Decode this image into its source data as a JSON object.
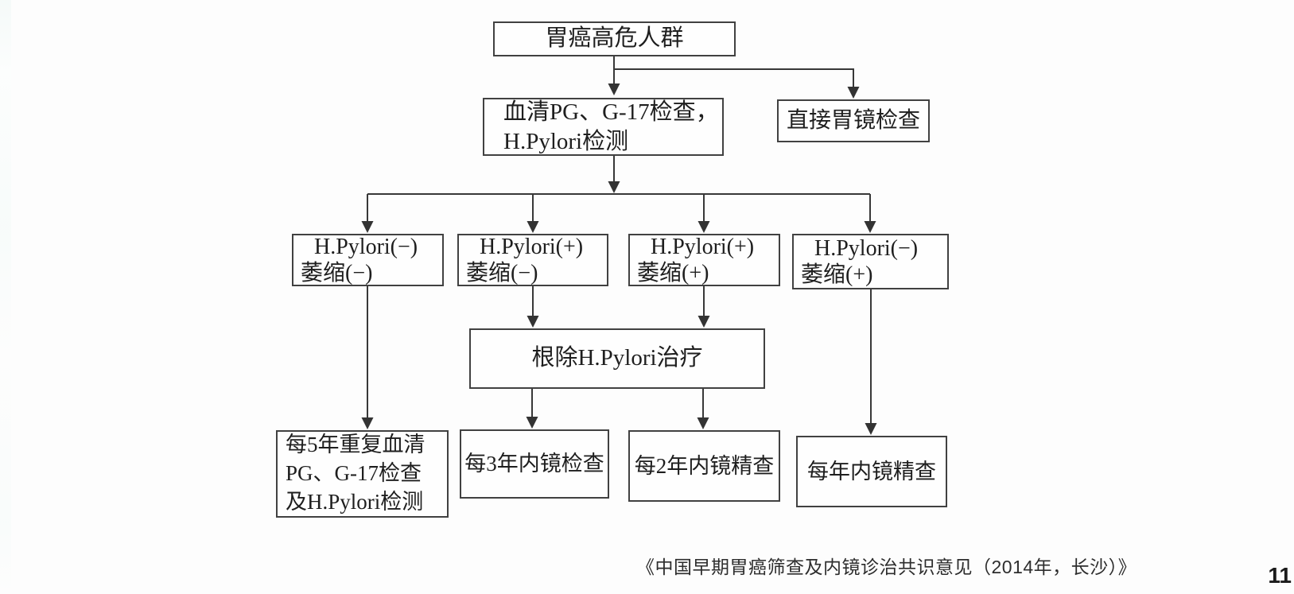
{
  "slide": {
    "kind": "flowchart-slide",
    "footer": {
      "citation": "《中国早期胃癌筛查及内镜诊治共识意见（2014年，长沙）》",
      "page_number": "11"
    },
    "colors": {
      "background": "#fdfdfd",
      "box_border": "#414141",
      "connector": "#383838",
      "text": "#1e1e1e"
    }
  },
  "flowchart": {
    "nodes": [
      {
        "id": "high-risk-population",
        "lines": [
          "胃癌高危人群"
        ]
      },
      {
        "id": "serum-pg-g17-hp-test",
        "lines": [
          "血清PG、G-17检查，",
          "H.Pylori检测"
        ]
      },
      {
        "id": "direct-gastroscopy",
        "lines": [
          "直接胃镜检查"
        ]
      },
      {
        "id": "hp-neg-atrophy-neg",
        "lines": [
          "H.Pylori(−)",
          "萎缩(−)"
        ]
      },
      {
        "id": "hp-pos-atrophy-neg",
        "lines": [
          "H.Pylori(+)",
          "萎缩(−)"
        ]
      },
      {
        "id": "hp-pos-atrophy-pos",
        "lines": [
          "H.Pylori(+)",
          "萎缩(+)"
        ]
      },
      {
        "id": "hp-neg-atrophy-pos",
        "lines": [
          "H.Pylori(−)",
          "萎缩(+)"
        ]
      },
      {
        "id": "hp-eradication-therapy",
        "lines": [
          "根除H.Pylori治疗"
        ]
      },
      {
        "id": "repeat-serum-every-5y",
        "lines": [
          "每5年重复血清",
          "PG、G-17检查",
          "及H.Pylori检测"
        ]
      },
      {
        "id": "endoscopy-every-3y",
        "lines": [
          "每3年内镜检查"
        ]
      },
      {
        "id": "fine-endoscopy-every-2y",
        "lines": [
          "每2年内镜精查"
        ]
      },
      {
        "id": "fine-endoscopy-yearly",
        "lines": [
          "每年内镜精查"
        ]
      }
    ],
    "edges": [
      {
        "from": "high-risk-population",
        "to": "serum-pg-g17-hp-test"
      },
      {
        "from": "high-risk-population",
        "to": "direct-gastroscopy"
      },
      {
        "from": "serum-pg-g17-hp-test",
        "to": "hp-neg-atrophy-neg"
      },
      {
        "from": "serum-pg-g17-hp-test",
        "to": "hp-pos-atrophy-neg"
      },
      {
        "from": "serum-pg-g17-hp-test",
        "to": "hp-pos-atrophy-pos"
      },
      {
        "from": "serum-pg-g17-hp-test",
        "to": "hp-neg-atrophy-pos"
      },
      {
        "from": "hp-pos-atrophy-neg",
        "to": "hp-eradication-therapy"
      },
      {
        "from": "hp-pos-atrophy-pos",
        "to": "hp-eradication-therapy"
      },
      {
        "from": "hp-neg-atrophy-neg",
        "to": "repeat-serum-every-5y"
      },
      {
        "from": "hp-eradication-therapy",
        "to": "endoscopy-every-3y"
      },
      {
        "from": "hp-eradication-therapy",
        "to": "fine-endoscopy-every-2y"
      },
      {
        "from": "hp-neg-atrophy-pos",
        "to": "fine-endoscopy-yearly"
      }
    ]
  }
}
